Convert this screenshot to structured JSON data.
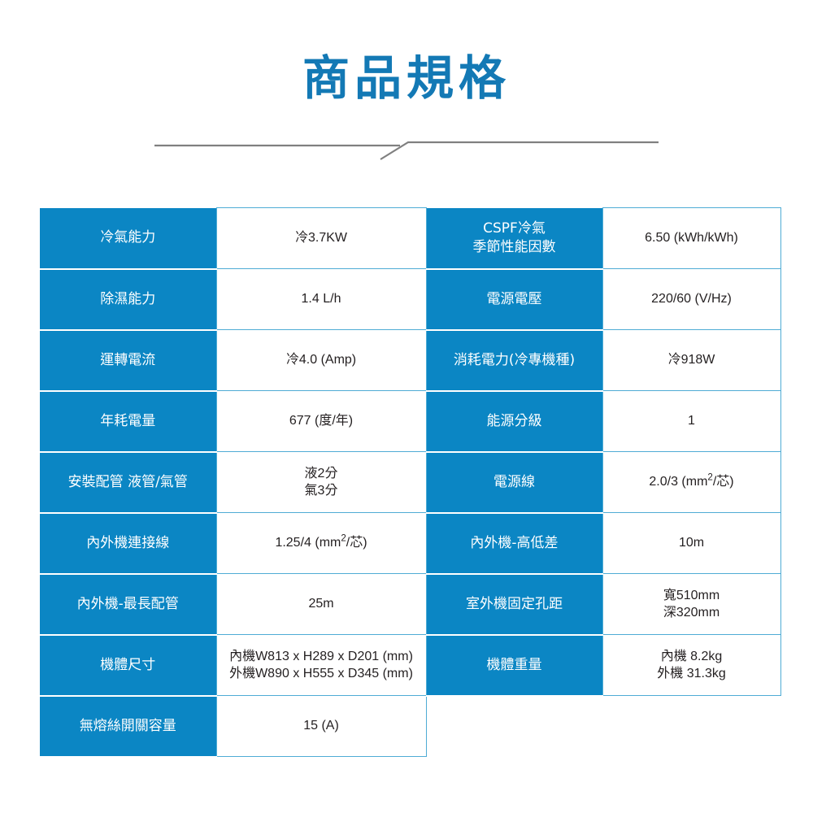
{
  "header": {
    "title": "商品規格",
    "title_color": "#1379b5",
    "divider_color": "#808080"
  },
  "theme": {
    "label_bg": "#0b86c4",
    "label_text": "#ffffff",
    "value_border": "#4facd5",
    "value_text": "#231f20",
    "page_bg": "#ffffff"
  },
  "table": {
    "rows": [
      {
        "label_left": "冷氣能力",
        "value_left": [
          "冷3.7KW"
        ],
        "label_right": "CSPF冷氣\n季節性能因數",
        "value_right": [
          "6.50 (kWh/kWh)"
        ]
      },
      {
        "label_left": "除濕能力",
        "value_left": [
          "1.4 L/h"
        ],
        "label_right": "電源電壓",
        "value_right": [
          "220/60 (V/Hz)"
        ]
      },
      {
        "label_left": "運轉電流",
        "value_left": [
          "冷4.0 (Amp)"
        ],
        "label_right": "消耗電力(冷專機種)",
        "value_right": [
          "冷918W"
        ]
      },
      {
        "label_left": "年耗電量",
        "value_left": [
          "677 (度/年)"
        ],
        "label_right": "能源分級",
        "value_right": [
          "1"
        ]
      },
      {
        "label_left": "安裝配管 液管/氣管",
        "value_left": [
          "液2分",
          "氣3分"
        ],
        "label_right": "電源線",
        "value_right": [
          "2.0/3 (mm²/芯)"
        ]
      },
      {
        "label_left": "內外機連接線",
        "value_left": [
          "1.25/4 (mm²/芯)"
        ],
        "label_right": "內外機-高低差",
        "value_right": [
          "10m"
        ]
      },
      {
        "label_left": "內外機-最長配管",
        "value_left": [
          "25m"
        ],
        "label_right": "室外機固定孔距",
        "value_right": [
          "寬510mm",
          "深320mm"
        ]
      },
      {
        "label_left": "機體尺寸",
        "value_left": [
          "內機W813 x H289 x D201 (mm)",
          "外機W890 x H555 x D345 (mm)"
        ],
        "label_right": "機體重量",
        "value_right": [
          "內機 8.2kg",
          "外機 31.3kg"
        ]
      },
      {
        "label_left": "無熔絲開關容量",
        "value_left": [
          "15 (A)"
        ],
        "label_right": null,
        "value_right": null
      }
    ]
  }
}
